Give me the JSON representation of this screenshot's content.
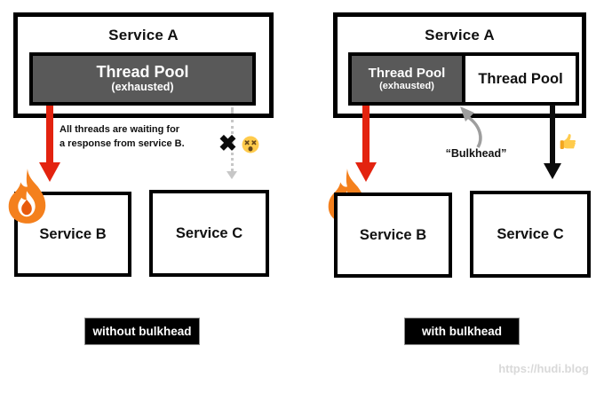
{
  "diagram": {
    "watermark": "https://hudi.blog"
  },
  "colors": {
    "box_border": "#000000",
    "pool_dark_fill": "#595959",
    "arrow_red": "#e3230f",
    "arrow_black": "#0b0b0b",
    "arrow_dotted_gray": "#c7c7c7",
    "bulkhead_arrow_gray": "#9e9e9e",
    "label_bg": "#000000",
    "label_text": "#ffffff",
    "watermark_gray": "#d9d9d9",
    "fire_orange": "#f4801d",
    "emoji_yellow": "#ffcb4c"
  },
  "icons": {
    "fire": "🔥",
    "dizzy_face": "😵",
    "thumbs_up": "👍"
  },
  "left": {
    "service_a": "Service A",
    "thread_pool": {
      "title": "Thread Pool",
      "subtitle": "(exhausted)"
    },
    "caption_line1": "All threads are waiting for",
    "caption_line2": "a response from service B.",
    "x_mark": "✖",
    "service_b": "Service B",
    "service_c": "Service C",
    "label": "without bulkhead"
  },
  "right": {
    "service_a": "Service A",
    "thread_pool_exhausted": {
      "title": "Thread Pool",
      "subtitle": "(exhausted)"
    },
    "thread_pool_healthy": "Thread Pool",
    "bulkhead_label": "“Bulkhead”",
    "service_b": "Service B",
    "service_c": "Service C",
    "label": "with bulkhead"
  }
}
